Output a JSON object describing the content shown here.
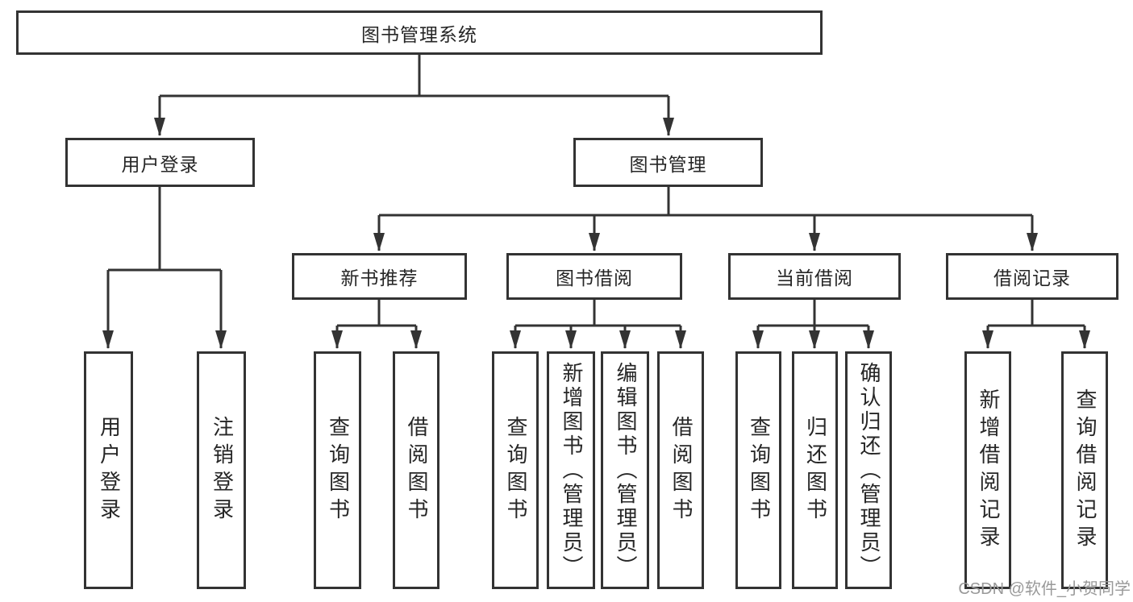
{
  "diagram": {
    "title": "图书管理系统",
    "branches": [
      {
        "label": "用户登录",
        "children": [
          {
            "label": "用户登录"
          },
          {
            "label": "注销登录"
          }
        ]
      },
      {
        "label": "图书管理",
        "children": [
          {
            "label": "新书推荐",
            "children": [
              {
                "label": "查询图书"
              },
              {
                "label": "借阅图书"
              }
            ]
          },
          {
            "label": "图书借阅",
            "children": [
              {
                "label": "查询图书"
              },
              {
                "label": "新增图书（管理员）"
              },
              {
                "label": "编辑图书（管理员）"
              },
              {
                "label": "借阅图书"
              }
            ]
          },
          {
            "label": "当前借阅",
            "children": [
              {
                "label": "查询图书"
              },
              {
                "label": "归还图书"
              },
              {
                "label": "确认归还（管理员）"
              }
            ]
          },
          {
            "label": "借阅记录",
            "children": [
              {
                "label": "新增借阅记录"
              },
              {
                "label": "查询借阅记录"
              }
            ]
          }
        ]
      }
    ]
  },
  "watermark": {
    "text": "CSDN @软件_小贺同学"
  },
  "colors": {
    "line": "#333333",
    "text": "#262626",
    "box_bg": "#ffffff",
    "watermark": "#999999"
  }
}
